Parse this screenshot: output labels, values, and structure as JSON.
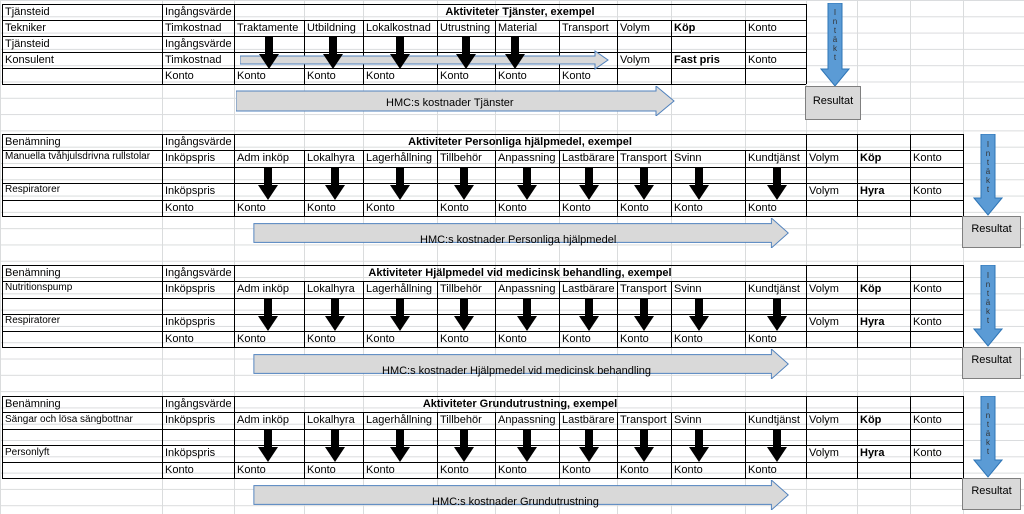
{
  "block1": {
    "header_left": [
      "Tjänsteid",
      "Tekniker",
      "Tjänsteid",
      "Konsulent",
      ""
    ],
    "header_mid": [
      "Ingångsvärde",
      "Timkostnad",
      "Ingångsvärde",
      "Timkostnad",
      "Konto"
    ],
    "title": "Aktiviteter Tjänster, exempel",
    "activities": [
      "Traktamente",
      "Utbildning",
      "Lokalkostnad",
      "Utrustning",
      "Material",
      "Transport"
    ],
    "konto_row": [
      "Konto",
      "Konto",
      "Konto",
      "Konto",
      "Konto",
      "Konto"
    ],
    "volym1": "Volym",
    "kop": "Köp",
    "konto1": "Konto",
    "volym2": "Volym",
    "fast_pris": "Fast pris",
    "konto2": "Konto",
    "cost_label": "HMC:s kostnader Tjänster",
    "intakt": "Intäkt",
    "resultat": "Resultat"
  },
  "block2": {
    "col1": [
      "Benämning",
      "Manuella tvåhjulsdrivna rullstolar",
      "Respiratorer",
      ""
    ],
    "col2": [
      "Ingångsvärde",
      "Inköpspris",
      "Inköpspris",
      "Konto"
    ],
    "title": "Aktiviteter Personliga hjälpmedel, exempel",
    "activities": [
      "Adm inköp",
      "Lokalhyra",
      "Lagerhållning",
      "Tillbehör",
      "Anpassning",
      "Lastbärare",
      "Transport",
      "Svinn",
      "Kundtjänst"
    ],
    "konto_row": [
      "Konto",
      "Konto",
      "Konto",
      "Konto",
      "Konto",
      "Konto",
      "Konto",
      "Konto",
      "Konto"
    ],
    "volym1": "Volym",
    "kop": "Köp",
    "konto1": "Konto",
    "volym2": "Volym",
    "hyra": "Hyra",
    "konto2": "Konto",
    "cost_label": "HMC:s kostnader Personliga hjälpmedel",
    "intakt": "Intäkt",
    "resultat": "Resultat"
  },
  "block3": {
    "col1": [
      "Benämning",
      "Nutritionspump",
      "Respiratorer",
      ""
    ],
    "col2": [
      "Ingångsvärde",
      "Inköpspris",
      "Inköpspris",
      "Konto"
    ],
    "title": "Aktiviteter Hjälpmedel vid medicinsk behandling, exempel",
    "activities": [
      "Adm inköp",
      "Lokalhyra",
      "Lagerhållning",
      "Tillbehör",
      "Anpassning",
      "Lastbärare",
      "Transport",
      "Svinn",
      "Kundtjänst"
    ],
    "konto_row": [
      "Konto",
      "Konto",
      "Konto",
      "Konto",
      "Konto",
      "Konto",
      "Konto",
      "Konto",
      "Konto"
    ],
    "volym1": "Volym",
    "kop": "Köp",
    "konto1": "Konto",
    "volym2": "Volym",
    "hyra": "Hyra",
    "konto2": "Konto",
    "cost_label": "HMC:s kostnader Hjälpmedel vid medicinsk behandling",
    "intakt": "Intäkt",
    "resultat": "Resultat"
  },
  "block4": {
    "col1": [
      "Benämning",
      "Sängar och lösa sängbottnar",
      "Personlyft",
      ""
    ],
    "col2": [
      "Ingångsvärde",
      "Inköpspris",
      "Inköpspris",
      "Konto"
    ],
    "title": "Aktiviteter Grundutrustning, exempel",
    "activities": [
      "Adm inköp",
      "Lokalhyra",
      "Lagerhållning",
      "Tillbehör",
      "Anpassning",
      "Lastbärare",
      "Transport",
      "Svinn",
      "Kundtjänst"
    ],
    "konto_row": [
      "Konto",
      "Konto",
      "Konto",
      "Konto",
      "Konto",
      "Konto",
      "Konto",
      "Konto",
      "Konto"
    ],
    "volym1": "Volym",
    "kop": "Köp",
    "konto1": "Konto",
    "volym2": "Volym",
    "hyra": "Hyra",
    "konto2": "Konto",
    "cost_label": "HMC:s kostnader Grundutrustning",
    "intakt": "Intäkt",
    "resultat": "Resultat"
  },
  "colors": {
    "grid": "#dadcdd",
    "arrow_fill": "#d9d9d9",
    "arrow_stroke": "#4f81bd",
    "intakt_fill": "#5b9bd5",
    "intakt_stroke": "#2e75b6",
    "result_fill": "#d9d9d9"
  },
  "icons": {
    "down_arrow": "down-arrow-icon",
    "flow_arrow": "right-arrow-icon",
    "intakt_arrow": "intakt-down-arrow-icon"
  }
}
